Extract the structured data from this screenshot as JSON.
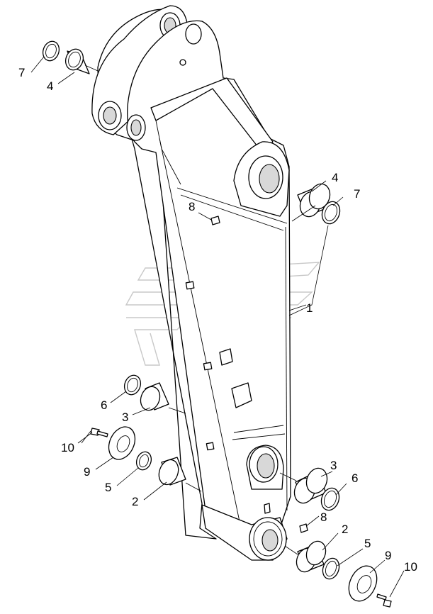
{
  "diagram": {
    "callouts": [
      {
        "id": "c-7-top",
        "label": "7"
      },
      {
        "id": "c-4-top",
        "label": "4"
      },
      {
        "id": "c-4-right",
        "label": "4"
      },
      {
        "id": "c-7-right",
        "label": "7"
      },
      {
        "id": "c-8-mid",
        "label": "8"
      },
      {
        "id": "c-1",
        "label": "1"
      },
      {
        "id": "c-6-left",
        "label": "6"
      },
      {
        "id": "c-3-left",
        "label": "3"
      },
      {
        "id": "c-10-left",
        "label": "10"
      },
      {
        "id": "c-9-left",
        "label": "9"
      },
      {
        "id": "c-5-left",
        "label": "5"
      },
      {
        "id": "c-2-left",
        "label": "2"
      },
      {
        "id": "c-3-right",
        "label": "3"
      },
      {
        "id": "c-6-right",
        "label": "6"
      },
      {
        "id": "c-8-bottom",
        "label": "8"
      },
      {
        "id": "c-2-right",
        "label": "2"
      },
      {
        "id": "c-5-right",
        "label": "5"
      },
      {
        "id": "c-9-right",
        "label": "9"
      },
      {
        "id": "c-10-right",
        "label": "10"
      }
    ]
  }
}
